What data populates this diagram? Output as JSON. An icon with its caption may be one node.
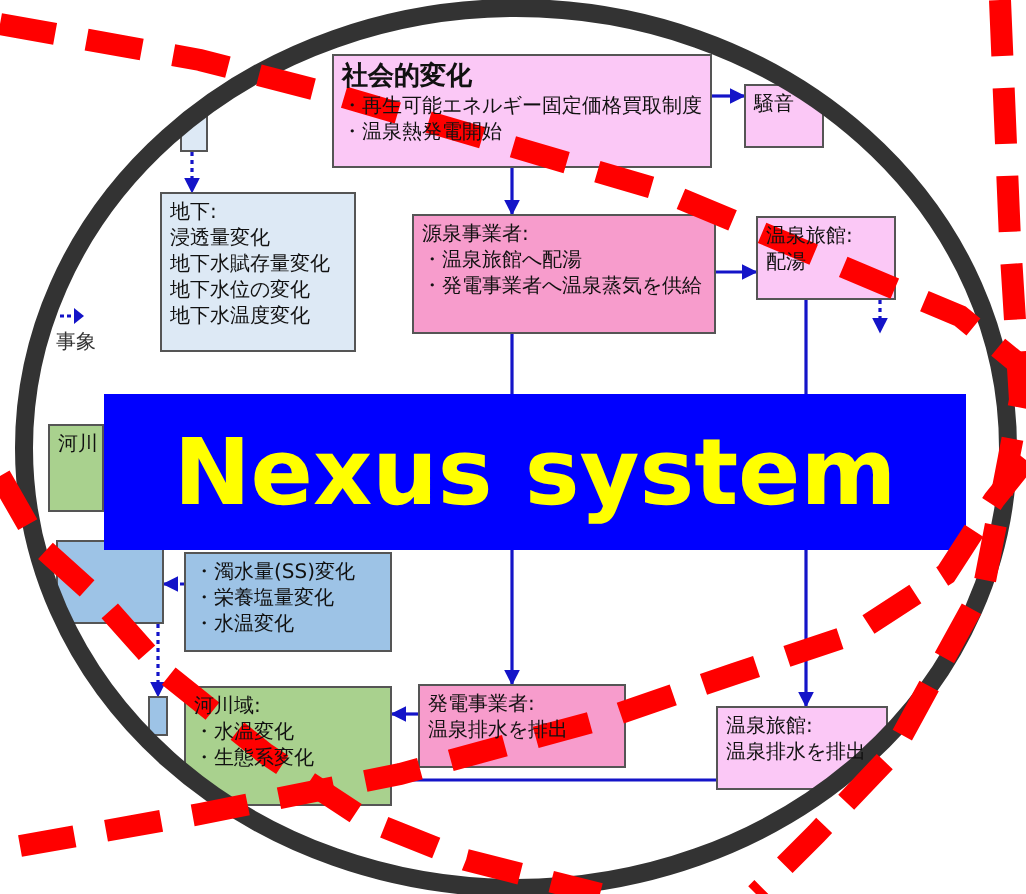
{
  "diagram": {
    "title": "Nexus system",
    "nodes": [
      {
        "text": [
          "社会的変化",
          "・再生可能エネルギー固定価格買取制度",
          "・温泉熱発電開始"
        ]
      },
      {
        "text": [
          "騒音"
        ]
      },
      {
        "text": [
          "源泉事業者:",
          "・温泉旅館へ配湯",
          "・発電事業者へ温泉蒸気を供給"
        ]
      },
      {
        "text": [
          "温泉旅館:",
          "配湯"
        ]
      },
      {
        "text": [
          "地下:",
          "浸透量変化",
          "地下水賦存量変化",
          "地下水位の変化",
          "地下水温度変化"
        ]
      },
      {
        "text": [],
        "shape": "box"
      },
      {
        "text": [
          "河川"
        ]
      },
      {
        "text": [],
        "shape": "box"
      },
      {
        "text": [
          "・濁水量(SS)変化",
          "・栄養塩量変化",
          "・水温変化"
        ]
      },
      {
        "text": [],
        "shape": "box"
      },
      {
        "text": [
          "河川域:",
          "・水温変化",
          "・生態系変化"
        ]
      },
      {
        "text": [
          "発電事業者:",
          "温泉排水を排出"
        ]
      },
      {
        "text": [
          "温泉旅館:",
          "温泉排水を排出"
        ]
      }
    ],
    "edges": [
      {
        "from": 0,
        "to": 1,
        "arrow": "to"
      },
      {
        "from": 0,
        "to": 2,
        "arrow": "to"
      },
      {
        "from": 2,
        "to": 3,
        "arrow": "to"
      },
      {
        "from": 2,
        "to": 11,
        "arrow": "to"
      },
      {
        "from": 3,
        "to": 12,
        "arrow": "to"
      },
      {
        "from": 3,
        "to": null,
        "arrow": "to",
        "style": "dashed"
      },
      {
        "from": 5,
        "to": 4,
        "arrow": "to",
        "style": "dashed"
      },
      {
        "from": 11,
        "to": 10,
        "arrow": "to"
      },
      {
        "from": 12,
        "to": 10,
        "arrow": "none"
      },
      {
        "from": 8,
        "to": 7,
        "arrow": "to",
        "style": "dashed"
      },
      {
        "from": 7,
        "to": 9,
        "arrow": "to",
        "style": "dashed"
      }
    ],
    "legend": [
      {
        "text": "事象"
      }
    ]
  }
}
